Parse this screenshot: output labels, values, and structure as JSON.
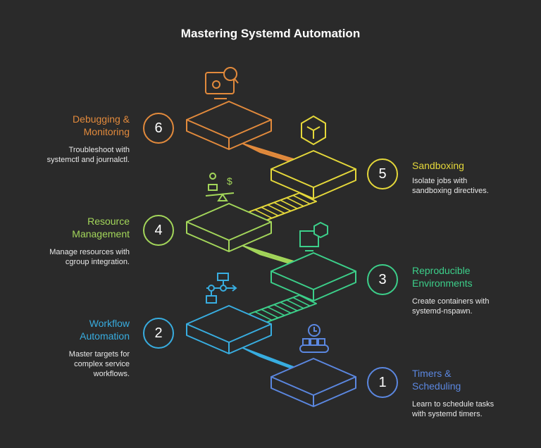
{
  "title": "Mastering Systemd Automation",
  "steps": [
    {
      "number": "1",
      "title_line1": "Timers &",
      "title_line2": "Scheduling",
      "desc_line1": "Learn to schedule tasks",
      "desc_line2": "with systemd timers.",
      "color": "#5b87e0",
      "icon": "clock-conveyor-icon"
    },
    {
      "number": "2",
      "title_line1": "Workflow",
      "title_line2": "Automation",
      "desc_line1": "Master targets for",
      "desc_line2": "complex service",
      "desc_line3": "workflows.",
      "color": "#38ade0",
      "icon": "flowchart-icon"
    },
    {
      "number": "3",
      "title_line1": "Reproducible",
      "title_line2": "Environments",
      "desc_line1": "Create containers with",
      "desc_line2": "systemd-nspawn.",
      "color": "#3ccf8a",
      "icon": "monitor-cube-icon"
    },
    {
      "number": "4",
      "title_line1": "Resource",
      "title_line2": "Management",
      "desc_line1": "Manage resources with",
      "desc_line2": "cgroup integration.",
      "color": "#a3d65a",
      "icon": "person-scale-dollar-icon"
    },
    {
      "number": "5",
      "title_line1": "Sandboxing",
      "title_line2": "",
      "desc_line1": "Isolate jobs with",
      "desc_line2": "sandboxing directives.",
      "color": "#e5d83a",
      "icon": "sandbox-cube-icon"
    },
    {
      "number": "6",
      "title_line1": "Debugging &",
      "title_line2": "Monitoring",
      "desc_line1": "Troubleshoot with",
      "desc_line2": "systemctl and journalctl.",
      "color": "#e28a3c",
      "icon": "bug-monitor-search-icon"
    }
  ]
}
